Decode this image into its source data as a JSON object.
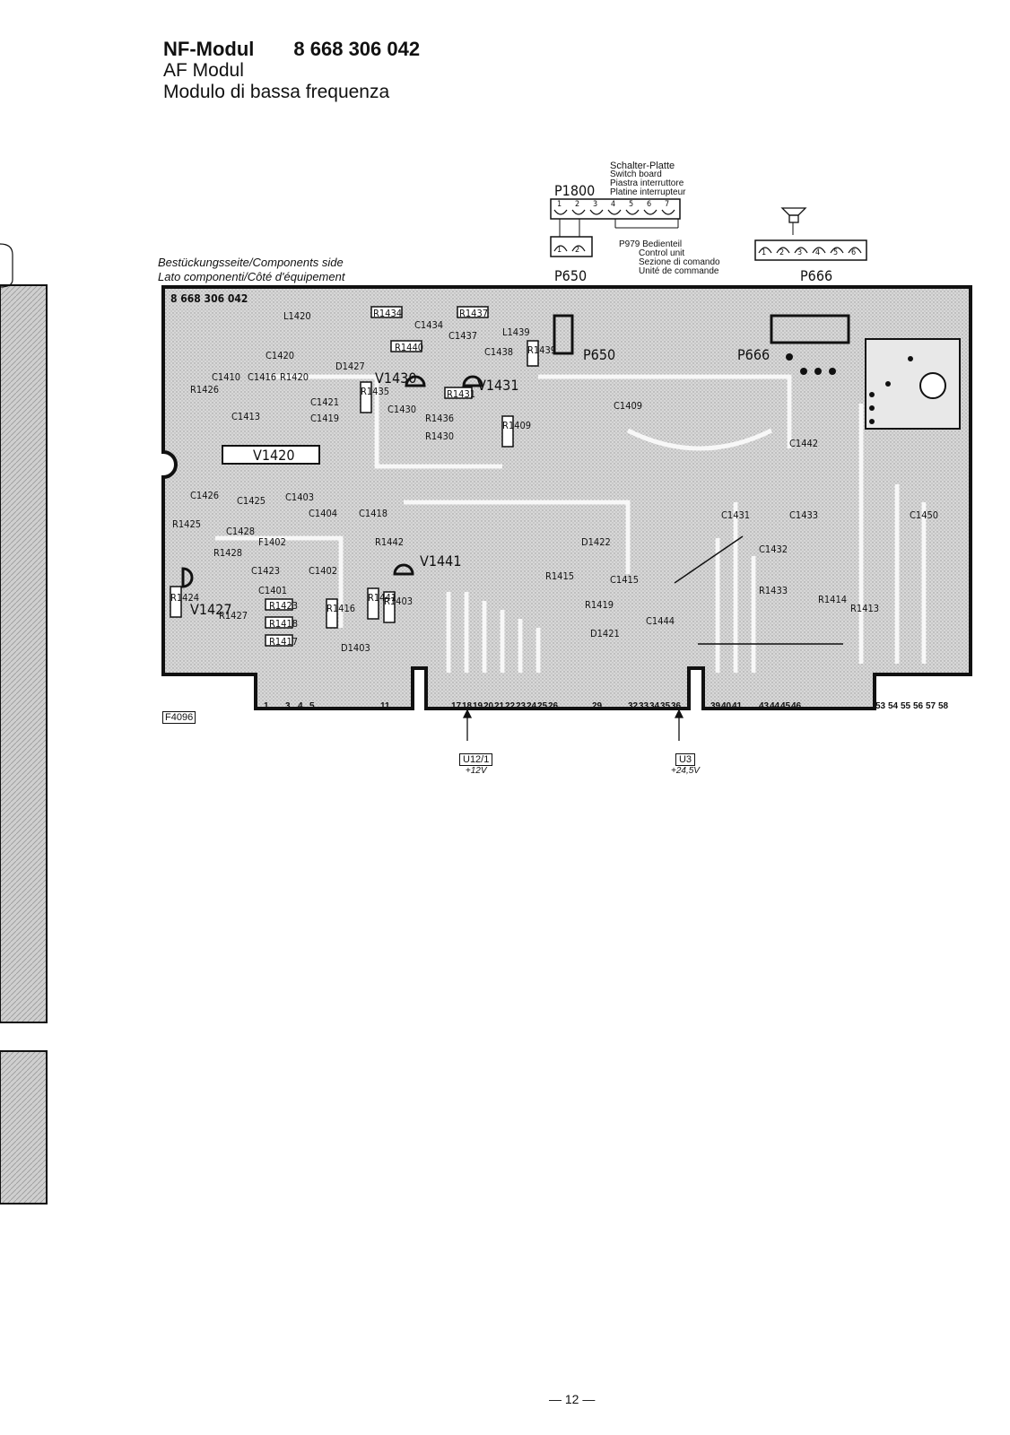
{
  "header": {
    "title_left": "NF-Modul",
    "part_number": "8 668 306 042",
    "line2": "AF Modul",
    "line3": "Modulo di bassa frequenza"
  },
  "side_label": {
    "line1": "Bestückungsseite/Components side",
    "line2": "Lato componenti/Côté d'équipement"
  },
  "switch_board": {
    "lines": [
      "Schalter-Platte",
      "Switch board",
      "Piastra interruttore",
      "Platine interrupteur"
    ],
    "connector": "P1800",
    "pins": [
      "1",
      "2",
      "3",
      "4",
      "5",
      "6",
      "7"
    ]
  },
  "p650": {
    "name": "P650",
    "pins": [
      "1",
      "2"
    ]
  },
  "p979": {
    "lines": [
      "P979 Bedienteil",
      "Control unit",
      "Sezione di comando",
      "Unité de commande"
    ]
  },
  "p666": {
    "name": "P666",
    "pins": [
      "1",
      "2",
      "3",
      "4",
      "5",
      "6"
    ]
  },
  "board": {
    "id": "8 668 306 042",
    "components": [
      "L1420",
      "C1420",
      "C1410",
      "C1416",
      "R1420",
      "R1426",
      "C1421",
      "C1413",
      "C1419",
      "V1420",
      "C1426",
      "C1425",
      "C1403",
      "C1404",
      "R1425",
      "C1428",
      "F1402",
      "R1428",
      "C1423",
      "C1402",
      "C1401",
      "R1424",
      "V1427",
      "R1427",
      "R1423",
      "R1418",
      "R1417",
      "R1416",
      "D1403",
      "R1441",
      "R1403",
      "R1434",
      "C1434",
      "R1437",
      "L1439",
      "C1437",
      "R1440",
      "C1438",
      "R1439",
      "D1427",
      "V1430",
      "R1435",
      "V1431",
      "R1431",
      "C1430",
      "R1436",
      "R1430",
      "R1409",
      "C1409",
      "C1418",
      "R1442",
      "V1441",
      "D1422",
      "R1415",
      "C1415",
      "R1419",
      "C1444",
      "D1421",
      "C1442",
      "C1431",
      "C1433",
      "C1432",
      "R1433",
      "R1414",
      "R1413",
      "C1450",
      "P650",
      "P666"
    ],
    "edge_pins": [
      "1",
      "3",
      "4",
      "5",
      "11",
      "17",
      "18",
      "19",
      "20",
      "21",
      "22",
      "23",
      "24",
      "25",
      "26",
      "29",
      "32",
      "33",
      "34",
      "35",
      "36",
      "39",
      "40",
      "41",
      "43",
      "44",
      "45",
      "46",
      "53",
      "54",
      "55",
      "56",
      "57",
      "58"
    ],
    "ref": "F4096"
  },
  "supplies": [
    {
      "box": "U12/1",
      "voltage": "+12V"
    },
    {
      "box": "U3",
      "voltage": "+24,5V"
    }
  ],
  "page_number": "— 12 —"
}
